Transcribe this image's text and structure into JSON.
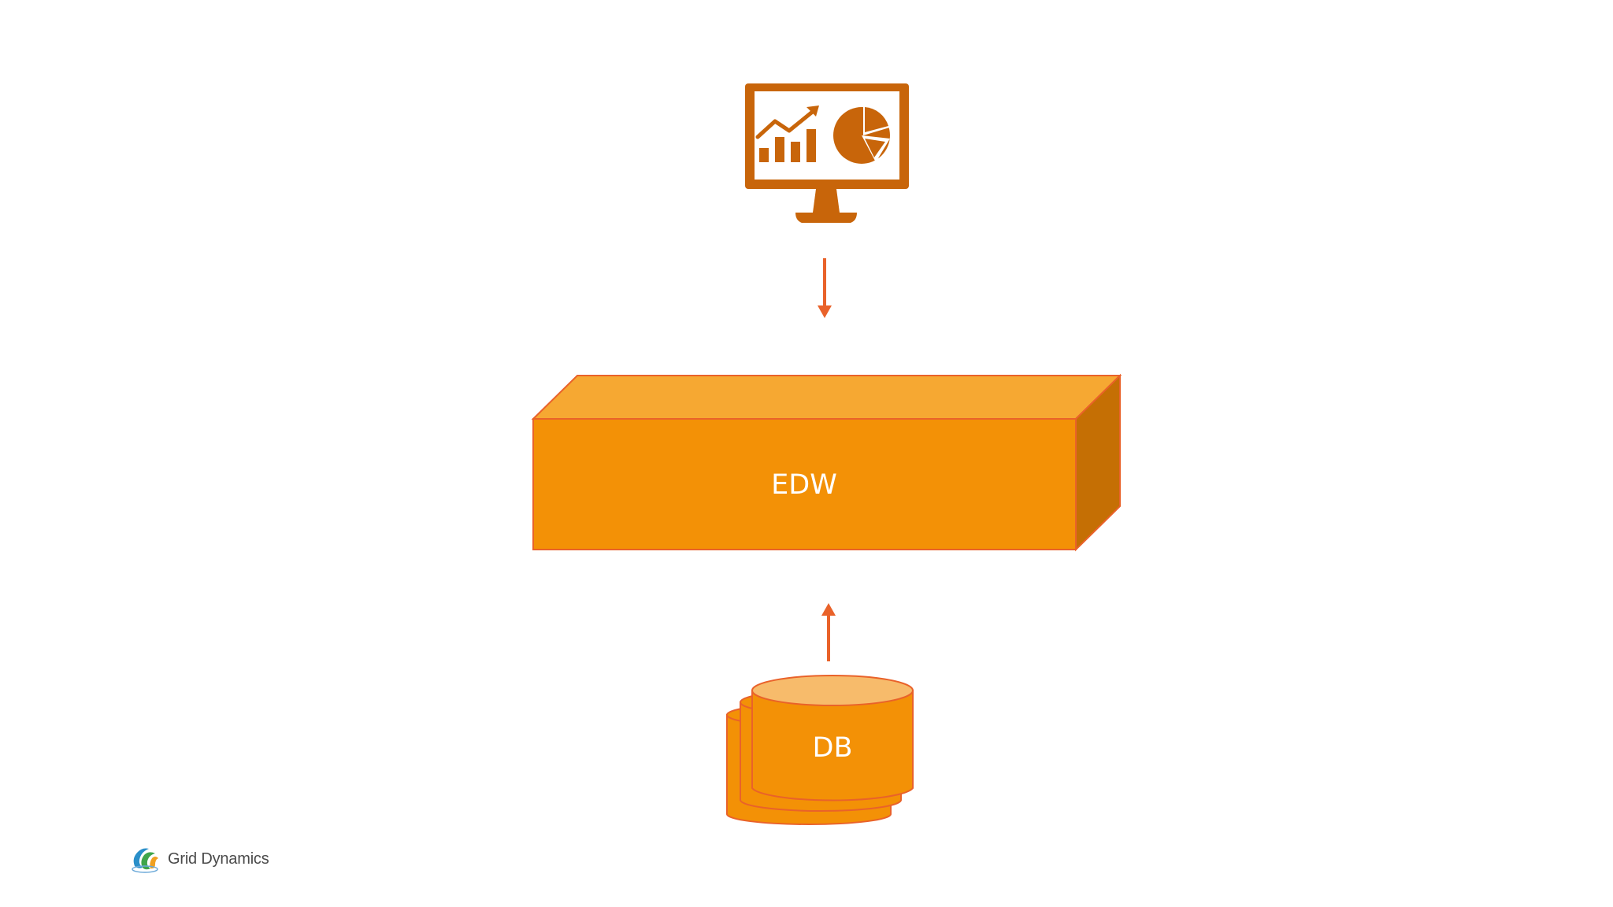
{
  "diagram": {
    "nodes": {
      "dashboard": {
        "label": "",
        "icon": "analytics-monitor-icon"
      },
      "edw": {
        "label": "EDW"
      },
      "db": {
        "label": "DB",
        "icon": "database-stack-icon"
      }
    },
    "edges": [
      {
        "from": "dashboard",
        "to": "edw",
        "direction": "down"
      },
      {
        "from": "db",
        "to": "edw",
        "direction": "up"
      }
    ]
  },
  "footer": {
    "brand": "Grid Dynamics",
    "logo_icon": "grid-dynamics-logo-icon"
  },
  "colors": {
    "monitor": "#c8650a",
    "box_front": "#f39106",
    "box_top": "#f6a832",
    "box_side": "#c56f04",
    "box_border": "#e9622a",
    "db_body": "#f39106",
    "db_top": "#f7bb6b",
    "db_border": "#e9622a",
    "arrow": "#e9622a",
    "text_on_shape": "#ffffff"
  }
}
